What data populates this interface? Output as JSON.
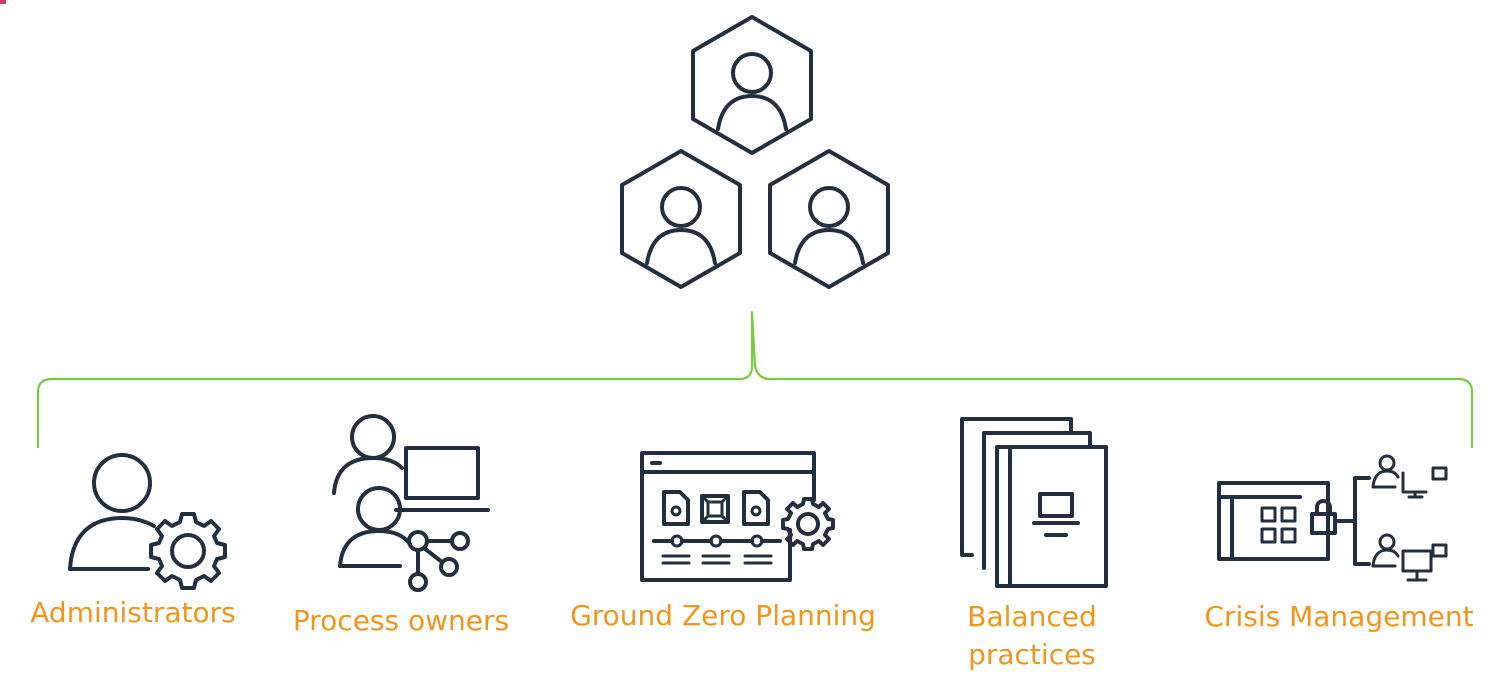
{
  "colors": {
    "icon": "#232f3e",
    "bracket": "#7ac943",
    "label": "#f0961e",
    "corner_mark": "#e0366e"
  },
  "header": {
    "icon": "team-of-three-users-hexagon-icon"
  },
  "categories": [
    {
      "id": "administrators",
      "label": "Administrators",
      "icon": "user-gear-icon"
    },
    {
      "id": "process-owners",
      "label": "Process owners",
      "icon": "users-laptop-network-icon"
    },
    {
      "id": "ground-zero-planning",
      "label": "Ground Zero Planning",
      "icon": "window-workflow-gear-icon"
    },
    {
      "id": "balanced-practices",
      "label": "Balanced practices",
      "icon": "stacked-documents-monitor-icon"
    },
    {
      "id": "crisis-management",
      "label": "Crisis Management",
      "icon": "dashboard-lock-users-icon"
    }
  ]
}
